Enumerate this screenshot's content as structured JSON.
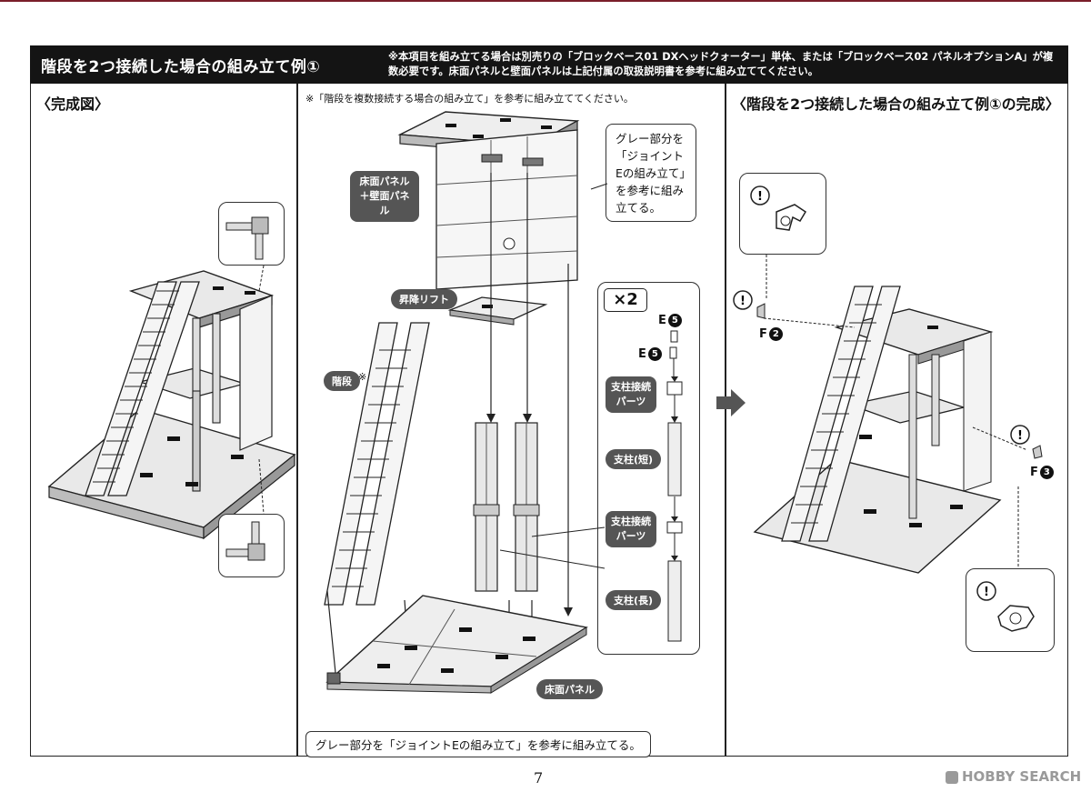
{
  "header": {
    "title": "階段を2つ接続した場合の組み立て例①",
    "note": "※本項目を組み立てる場合は別売りの「ブロックベース01 DXヘッドクォーター」単体、または「ブロックベース02 パネルオプションA」が複数必要です。床面パネルと壁面パネルは上記付属の取扱説明書を参考に組み立ててください。"
  },
  "left": {
    "title": "〈完成図〉"
  },
  "middle": {
    "note": "※「階段を複数接続する場合の組み立て」を参考に組み立ててください。",
    "callout": "グレー部分を「ジョイントEの組み立て」を参考に組み立てる。",
    "labels": {
      "floor_wall": "床面パネル＋壁面パネル",
      "lift": "昇降リフト",
      "stairs": "階段",
      "stairs_mark": "※",
      "floor": "床面パネル"
    },
    "parts": {
      "multiplier": "×2",
      "e5a": "E",
      "e5b": "E",
      "e_num": "5",
      "connector_1": "支柱接続パーツ",
      "post_short": "支柱(短)",
      "connector_2": "支柱接続パーツ",
      "post_long": "支柱(長)"
    },
    "bottom_note": "グレー部分を「ジョイントEの組み立て」を参考に組み立てる。"
  },
  "right": {
    "title": "〈階段を2つ接続した場合の組み立て例①の完成〉",
    "f2": "F",
    "f2_num": "2",
    "f3": "F",
    "f3_num": "3",
    "caution": "!"
  },
  "footer": {
    "page": "7",
    "watermark": "HOBBY SEARCH"
  },
  "colors": {
    "header_bg": "#141414",
    "pill_bg": "#555555",
    "topline": "#7a1e2a"
  }
}
